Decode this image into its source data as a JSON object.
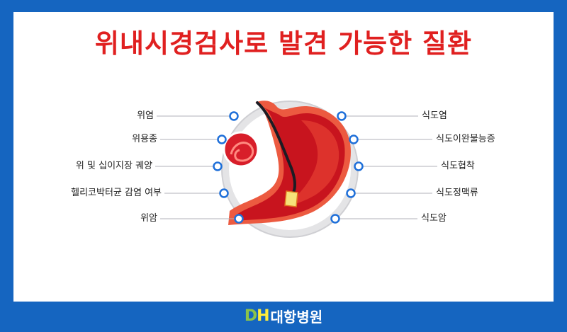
{
  "title": "위내시경검사로 발견 가능한 질환",
  "left_labels": [
    "위염",
    "위용종",
    "위 및 십이지장 궤양",
    "헬리코박터균 감염 여부",
    "위암"
  ],
  "right_labels": [
    "식도염",
    "식도이완불능증",
    "식도협착",
    "식도정맥류",
    "식도암"
  ],
  "logo": {
    "mark_d": "D",
    "mark_h": "H",
    "name": "대항병원"
  },
  "colors": {
    "border": "#1565c0",
    "title": "#e02020",
    "highlight": "#fff23a",
    "node": "#1e6fd9",
    "stomach_outer": "#e8473a",
    "stomach_inner": "#c8141e"
  }
}
